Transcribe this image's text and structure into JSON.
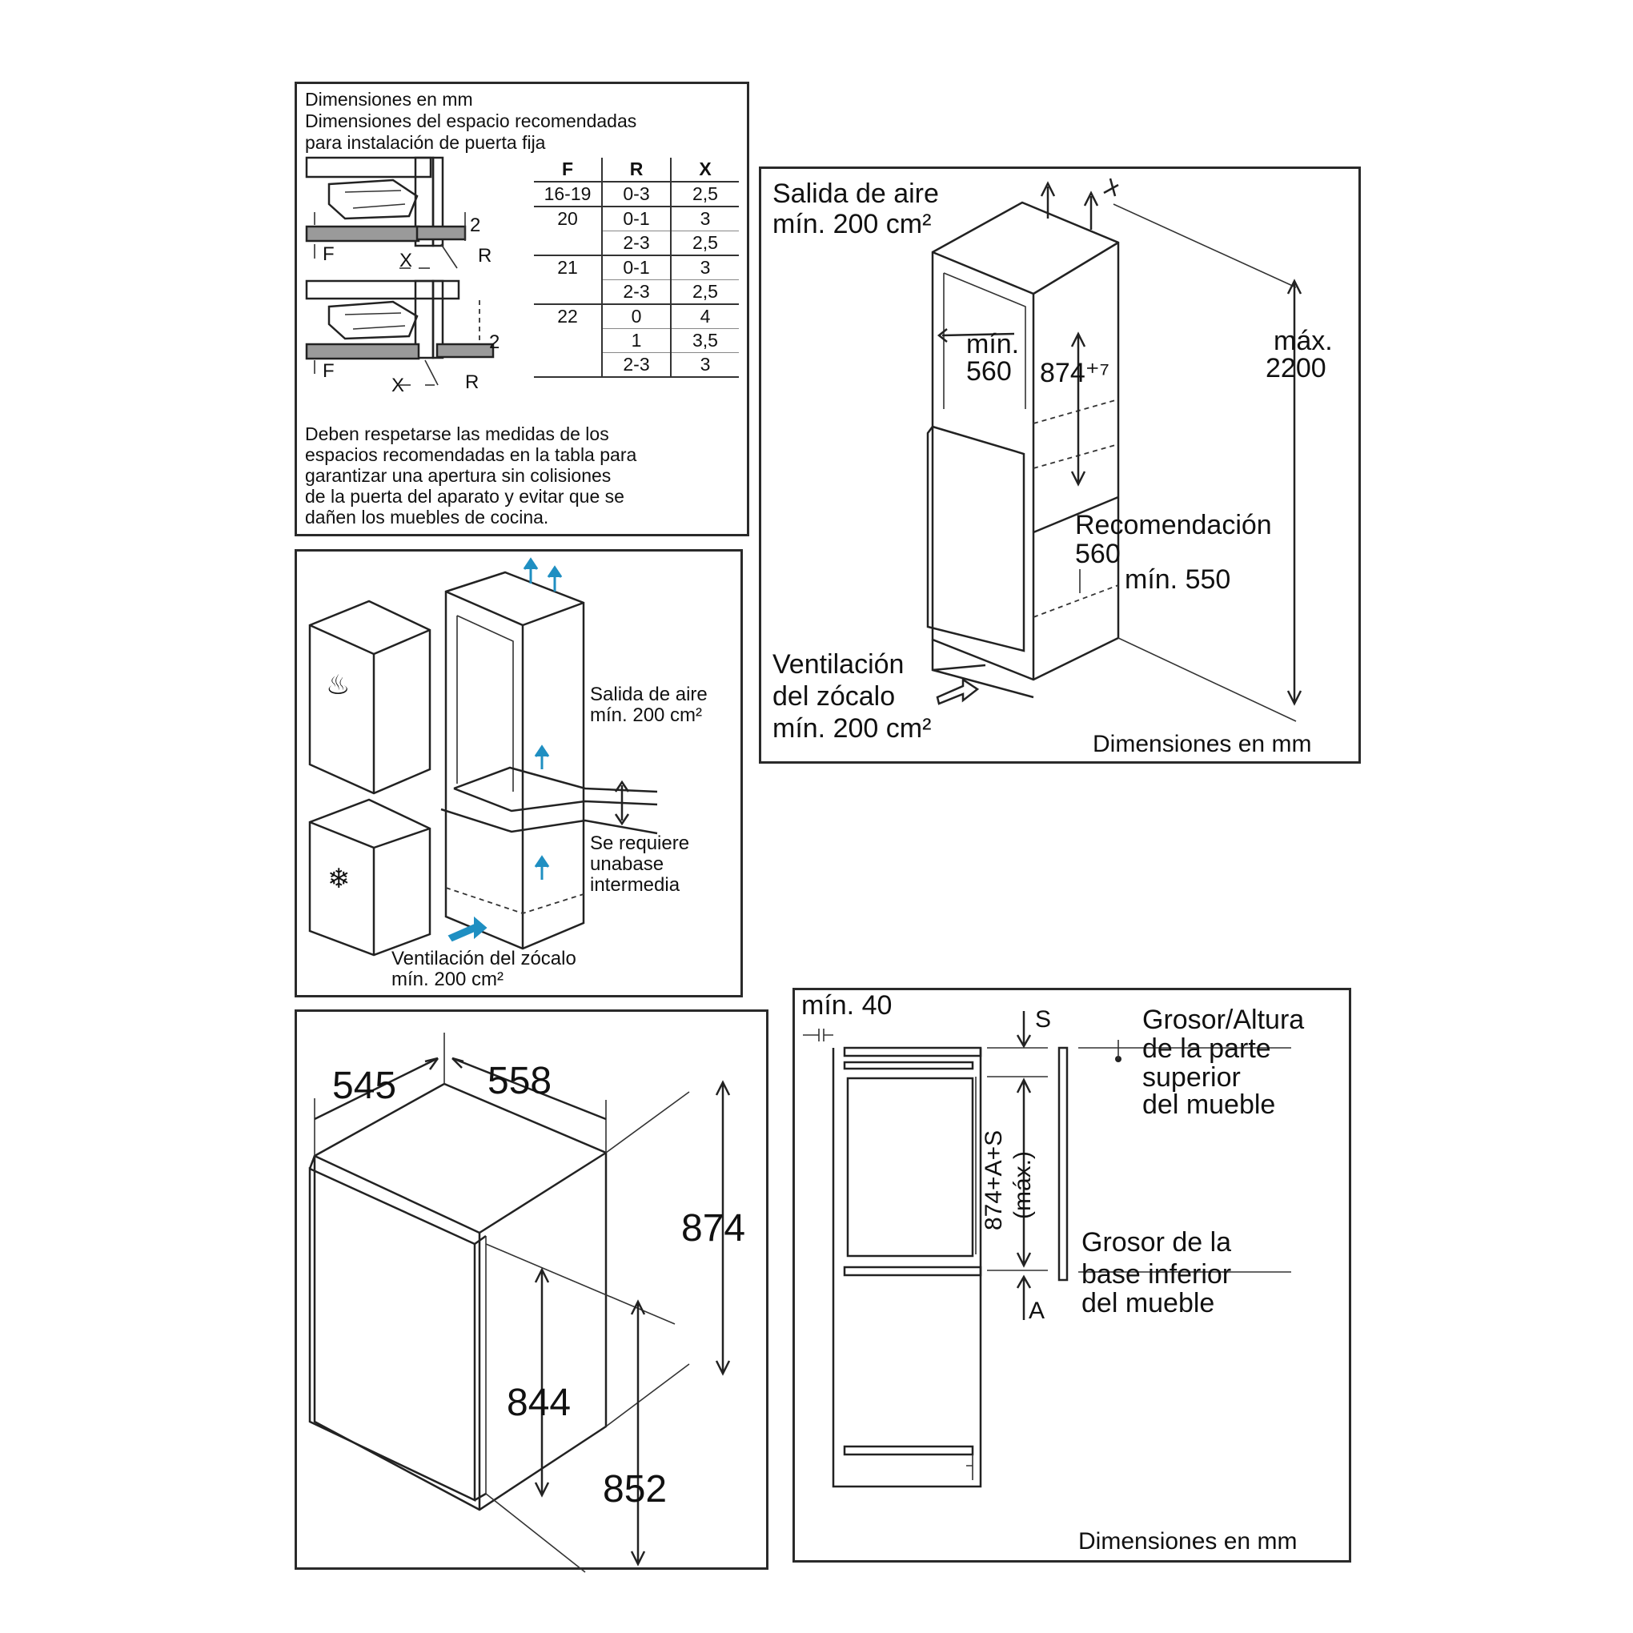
{
  "panel_gap": {
    "title": "Dimensiones en mm",
    "subtitle_line1": "Dimensiones del espacio recomendadas",
    "subtitle_line2": "para instalación de puerta fija",
    "table": {
      "headers": [
        "F",
        "R",
        "X"
      ],
      "rows": [
        [
          "16-19",
          "0-3",
          "2,5"
        ],
        [
          "20",
          "0-1",
          "3"
        ],
        [
          "",
          "2-3",
          "2,5"
        ],
        [
          "21",
          "0-1",
          "3"
        ],
        [
          "",
          "2-3",
          "2,5"
        ],
        [
          "22",
          "0",
          "4"
        ],
        [
          "",
          "1",
          "3,5"
        ],
        [
          "",
          "2-3",
          "3"
        ]
      ]
    },
    "labels": {
      "f": "F",
      "x": "X",
      "r": "R",
      "two": "2"
    },
    "note": [
      "Deben respetarse las medidas de los",
      "espacios recomendadas en la tabla para",
      "garantizar una apertura sin colisiones",
      "de la puerta del aparato y evitar que se",
      "dañen los muebles de cocina."
    ]
  },
  "panel_vent": {
    "air_outlet": [
      "Salida de aire",
      "mín. 200 cm²"
    ],
    "intermediate": [
      "Se requiere",
      "unabase",
      "intermedia"
    ],
    "plinth": [
      "Ventilación del zócalo",
      "mín. 200 cm²"
    ]
  },
  "panel_dims": {
    "width": "545",
    "depth": "558",
    "height_total": "874",
    "height_door": "844",
    "height_side": "852"
  },
  "panel_niche": {
    "air_outlet": [
      "Salida de aire",
      "mín. 200 cm²"
    ],
    "min_width": [
      "mín.",
      "560"
    ],
    "niche_height": "874⁺⁷",
    "max_height": [
      "máx.",
      "2200"
    ],
    "recommendation": [
      "Recomendación",
      "560"
    ],
    "min_depth": "mín. 550",
    "plinth": [
      "Ventilación",
      "del zócalo",
      "mín. 200 cm²"
    ],
    "units": "Dimensiones en mm"
  },
  "panel_section": {
    "min_gap": "mín. 40",
    "s": "S",
    "a": "A",
    "vertical": [
      "874+A+S",
      "(máx.)"
    ],
    "top": [
      "Grosor/Altura",
      "de la parte",
      "superior",
      "del mueble"
    ],
    "bottom": [
      "Grosor de la",
      "base inferior",
      "del mueble"
    ],
    "units": "Dimensiones en mm"
  },
  "colors": {
    "accent_blue": "#1f8fc2",
    "line": "#222222"
  },
  "icons": [
    "fridge-symbol-icon",
    "freezer-snowflake-icon",
    "air-arrow-icon"
  ]
}
